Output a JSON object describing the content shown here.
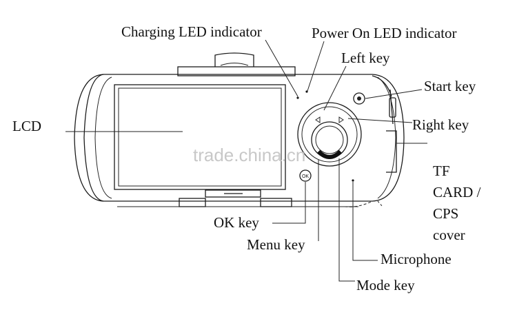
{
  "labels": {
    "charging_led": "Charging LED indicator",
    "power_led": "Power On LED indicator",
    "left_key": "Left key",
    "start_key": "Start key",
    "lcd": "LCD",
    "right_key": "Right key",
    "tf_card_line1": "TF",
    "tf_card_line2": "CARD /",
    "tf_card_line3": "CPS",
    "tf_card_line4": "cover",
    "ok_key": "OK key",
    "menu_key": "Menu key",
    "microphone": "Microphone",
    "mode_key": "Mode key"
  },
  "ok_button_glyph": "OK",
  "watermark": "trade.china.cn"
}
